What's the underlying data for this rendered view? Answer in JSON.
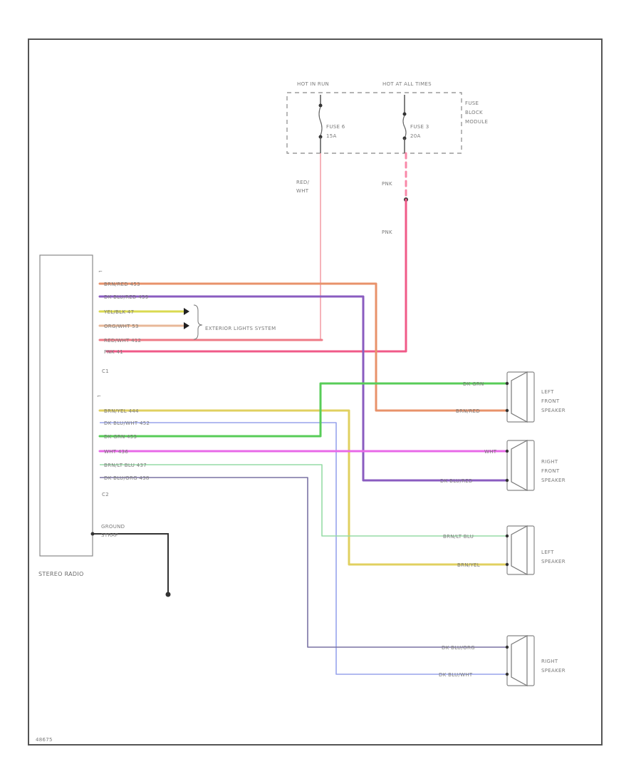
{
  "fuse_block": {
    "hot_run_label": "HOT IN RUN",
    "hot_at_all_times_label": "HOT AT ALL TIMES",
    "name": "FUSE BLOCK MODULE",
    "fuse_left": {
      "name": "FUSE 6",
      "rating": "15A"
    },
    "fuse_right": {
      "name": "FUSE 3",
      "rating": "20A"
    }
  },
  "feed_wires": {
    "left_label": "RED/WHT",
    "right_top_label": "PNK",
    "right_bottom_label": "PNK"
  },
  "radio": {
    "name": "STEREO RADIO",
    "connector_c1": "C1",
    "connector_c2": "C2",
    "ground": "GROUND STRAP",
    "c1_pins": [
      {
        "label": "BRN/RED  453",
        "color": "#e8926a"
      },
      {
        "label": "DK BLU/RED  439",
        "color": "#8a5cc0"
      },
      {
        "label": "YEL/BLK  47",
        "color": "#d6d640"
      },
      {
        "label": "ORG/WHT  53",
        "color": "#e0b090"
      },
      {
        "label": "RED/WHT  412",
        "color": "#e8707a"
      },
      {
        "label": "PNK  41",
        "color": "#f0608a"
      }
    ],
    "c2_pins": [
      {
        "label": "BRN/YEL  444",
        "color": "#d8c858"
      },
      {
        "label": "DK BLU/WHT  452",
        "color": "#a0a8e8"
      },
      {
        "label": "DK GRN  453",
        "color": "#50c850"
      },
      {
        "label": "WHT  436",
        "color": "#e060e0"
      },
      {
        "label": "BRN/LT BLU  437",
        "color": "#90d8a0"
      },
      {
        "label": "DK BLU/ORG  438",
        "color": "#7870a0"
      }
    ]
  },
  "exterior_lights": "EXTERIOR LIGHTS SYSTEM",
  "speakers": [
    {
      "name": "LEFT FRONT SPEAKER",
      "wire_top": "DK GRN",
      "wire_bottom": "BRN/RED"
    },
    {
      "name": "RIGHT FRONT SPEAKER",
      "wire_top": "WHT",
      "wire_bottom": "DK BLU/RED"
    },
    {
      "name": "LEFT SPEAKER",
      "wire_top": "BRN/LT BLU",
      "wire_bottom": "BRN/YEL"
    },
    {
      "name": "RIGHT SPEAKER",
      "wire_top": "DK BLU/ORG",
      "wire_bottom": "DK BLU/WHT"
    }
  ],
  "figure_id": "48675"
}
